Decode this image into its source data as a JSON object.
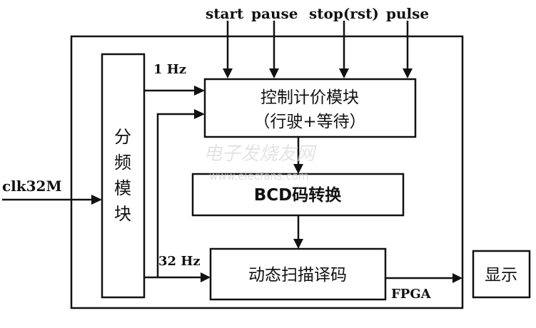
{
  "diagram": {
    "inputs": {
      "start": "start",
      "pause": "pause",
      "stop": "stop(rst)",
      "pulse": "pulse",
      "clock": "clk32M"
    },
    "signals": {
      "freq_1hz": "1 Hz",
      "freq_32hz": "32 Hz"
    },
    "blocks": {
      "divider": [
        "分",
        "频",
        "模",
        "块"
      ],
      "control_line1": "控制计价模块",
      "control_line2": "（行驶+等待）",
      "bcd": "BCD码转换",
      "scan": "动态扫描译码",
      "display": "显示"
    },
    "container_label": "FPGA",
    "watermark": {
      "cn": "电子发烧友网",
      "url": "www.elecfans.com"
    }
  }
}
